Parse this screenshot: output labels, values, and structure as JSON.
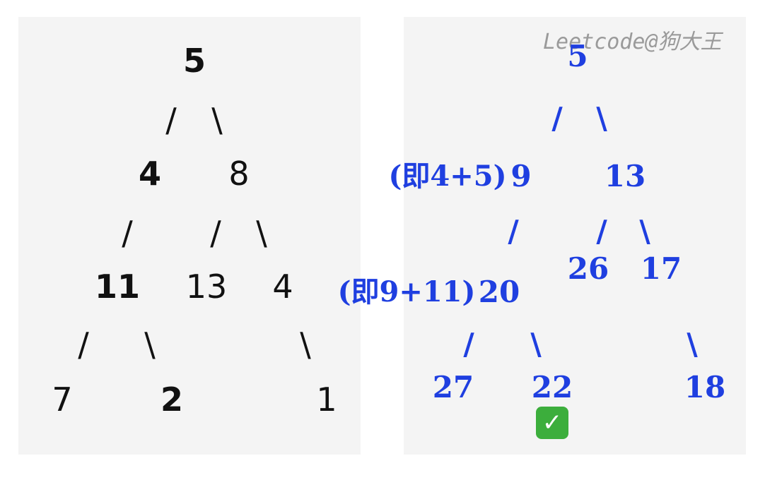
{
  "watermark": "Leetcode@狗大王",
  "left_tree": {
    "root": "5",
    "l1_left": "4",
    "l1_right": "8",
    "l2_a": "11",
    "l2_b": "13",
    "l2_c": "4",
    "l3_a": "7",
    "l3_b": "2",
    "l3_c": "1"
  },
  "right_tree": {
    "root": "5",
    "l1_left_note": "(即4+5)",
    "l1_left": "9",
    "l1_right": "13",
    "l2_b": "26",
    "l2_c": "17",
    "l2_a_note": "(即9+11)",
    "l2_a": "20",
    "l3_a": "27",
    "l3_b": "22",
    "l3_c": "18"
  },
  "edges": {
    "left": "/",
    "right": "\\"
  },
  "check_icon": "✓",
  "colors": {
    "panel": "#f4f4f4",
    "left_text": "#111111",
    "right_text": "#1f3fe0",
    "check": "#3cae3c"
  }
}
